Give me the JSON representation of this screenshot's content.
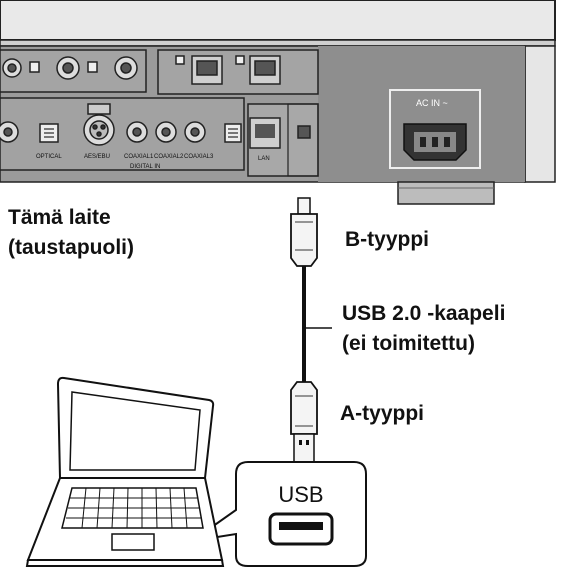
{
  "labels": {
    "device_line1": "Tämä laite",
    "device_line2": "(taustapuoli)",
    "type_b": "B-tyyppi",
    "cable_line1": "USB 2.0 -kaapeli",
    "cable_line2": "(ei toimitettu)",
    "type_a": "A-tyyppi",
    "usb_port": "USB"
  },
  "panel_text": {
    "ac_in": "AC IN ~",
    "aes_ebu": "AES/EBU",
    "coaxial1": "COAXIAL1",
    "coaxial2": "COAXIAL2",
    "coaxial3": "COAXIAL3",
    "optical": "OPTICAL",
    "digital_in": "DIGITAL IN",
    "lan": "LAN"
  },
  "colors": {
    "panel": "#9a9a9a",
    "panel_dark": "#6f6f6f",
    "lid": "#e8e8e8",
    "ink": "#111111"
  }
}
